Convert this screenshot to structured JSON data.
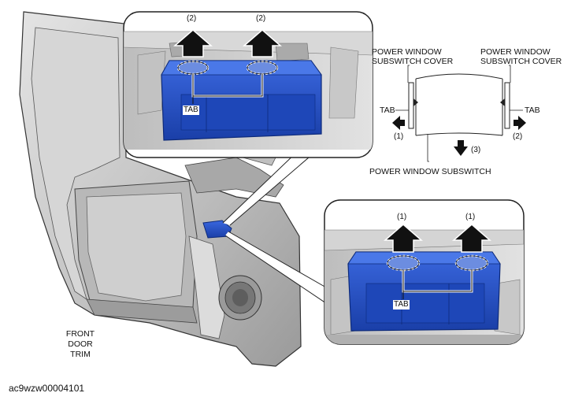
{
  "callout_top": {
    "arrow_left_label": "(2)",
    "arrow_right_label": "(2)",
    "tab_label": "TAB"
  },
  "callout_bottom": {
    "arrow_left_label": "(1)",
    "arrow_right_label": "(1)",
    "tab_label": "TAB"
  },
  "schematic": {
    "cover_left_line1": "POWER WINDOW",
    "cover_left_line2": "SUBSWITCH COVER",
    "cover_right_line1": "POWER WINDOW",
    "cover_right_line2": "SUBSWITCH COVER",
    "tab_left": "TAB",
    "tab_right": "TAB",
    "arrow_left_label": "(1)",
    "arrow_right_label": "(2)",
    "arrow_down_label": "(3)",
    "subswitch_label": "POWER WINDOW SUBSWITCH"
  },
  "door_trim_label": {
    "line1": "FRONT",
    "line2": "DOOR",
    "line3": "TRIM"
  },
  "figure_code": "ac9wzw00004101",
  "colors": {
    "switch_blue": "#1f4fc9",
    "trim_gray": "#c9c9c9",
    "outline": "#222222"
  }
}
